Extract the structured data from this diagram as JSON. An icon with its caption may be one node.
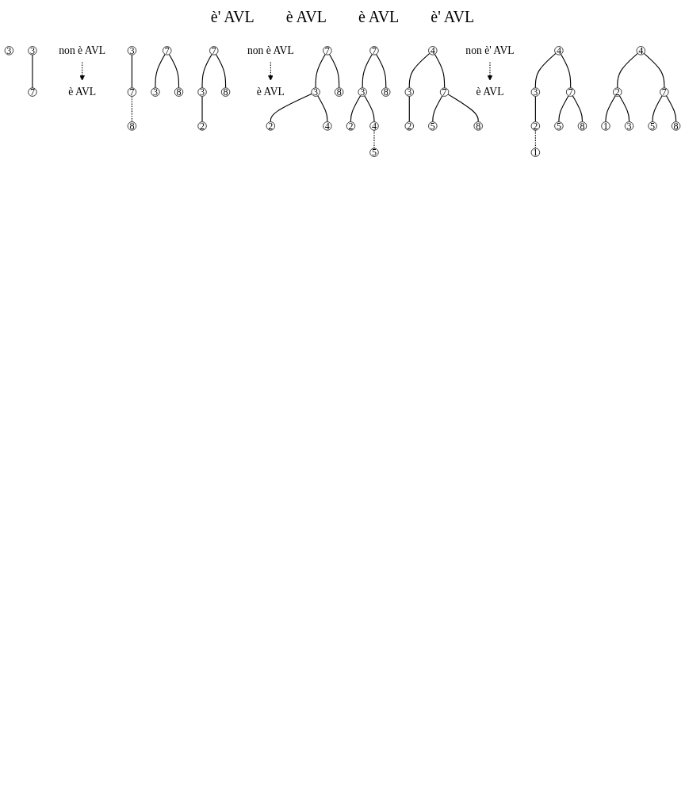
{
  "diagram": {
    "nodes": [
      {
        "text": [
          "3"
        ]
      },
      {
        "text": [
          "3"
        ]
      },
      {
        "text": [
          "7"
        ]
      },
      {
        "text": [
          "non è AVL"
        ]
      },
      {
        "text": [
          "è AVL"
        ]
      },
      {
        "text": [
          "3"
        ]
      },
      {
        "text": [
          "7"
        ]
      },
      {
        "text": [
          "8"
        ]
      },
      {
        "text": [
          "7"
        ]
      },
      {
        "text": [
          "3"
        ]
      },
      {
        "text": [
          "8"
        ]
      },
      {
        "text": [
          "7"
        ]
      },
      {
        "text": [
          "3"
        ]
      },
      {
        "text": [
          "8"
        ]
      },
      {
        "text": [
          "2"
        ]
      },
      {
        "text": [
          "non è AVL"
        ]
      },
      {
        "text": [
          "è AVL"
        ]
      },
      {
        "text": [
          "7"
        ]
      },
      {
        "text": [
          "3"
        ]
      },
      {
        "text": [
          "8"
        ]
      },
      {
        "text": [
          "2"
        ]
      },
      {
        "text": [
          "4"
        ]
      },
      {
        "text": [
          "7"
        ]
      },
      {
        "text": [
          "3"
        ]
      },
      {
        "text": [
          "8"
        ]
      },
      {
        "text": [
          "2"
        ]
      },
      {
        "text": [
          "4"
        ]
      },
      {
        "text": [
          "5"
        ]
      },
      {
        "text": [
          "4"
        ]
      },
      {
        "text": [
          "3"
        ]
      },
      {
        "text": [
          "7"
        ]
      },
      {
        "text": [
          "2"
        ]
      },
      {
        "text": [
          "5"
        ]
      },
      {
        "text": [
          "8"
        ]
      },
      {
        "text": [
          "non è' AVL"
        ]
      },
      {
        "text": [
          "è AVL"
        ]
      },
      {
        "text": [
          "4"
        ]
      },
      {
        "text": [
          "3"
        ]
      },
      {
        "text": [
          "7"
        ]
      },
      {
        "text": [
          "2"
        ]
      },
      {
        "text": [
          "5"
        ]
      },
      {
        "text": [
          "8"
        ]
      },
      {
        "text": [
          "1"
        ]
      },
      {
        "text": [
          "4"
        ]
      },
      {
        "text": [
          "2"
        ]
      },
      {
        "text": [
          "7"
        ]
      },
      {
        "text": [
          "1"
        ]
      },
      {
        "text": [
          "3"
        ]
      },
      {
        "text": [
          "5"
        ]
      },
      {
        "text": [
          "8"
        ]
      }
    ],
    "edges": [
      {
        "from": 1,
        "to": 2,
        "arrow": "none"
      },
      {
        "from": 3,
        "to": 4,
        "arrow": "to",
        "style": "dashed"
      },
      {
        "from": 5,
        "to": 6,
        "arrow": "none"
      },
      {
        "from": 6,
        "to": 7,
        "arrow": "none",
        "style": "dashed"
      },
      {
        "from": 8,
        "to": 9,
        "arrow": "none"
      },
      {
        "from": 8,
        "to": 10,
        "arrow": "none"
      },
      {
        "from": 11,
        "to": 12,
        "arrow": "none"
      },
      {
        "from": 11,
        "to": 13,
        "arrow": "none"
      },
      {
        "from": 12,
        "to": 14,
        "arrow": "none"
      },
      {
        "from": 15,
        "to": 16,
        "arrow": "to",
        "style": "dashed"
      },
      {
        "from": 17,
        "to": 18,
        "arrow": "none"
      },
      {
        "from": 17,
        "to": 19,
        "arrow": "none"
      },
      {
        "from": 18,
        "to": 20,
        "arrow": "none"
      },
      {
        "from": 18,
        "to": 21,
        "arrow": "none"
      },
      {
        "from": 22,
        "to": 23,
        "arrow": "none"
      },
      {
        "from": 22,
        "to": 24,
        "arrow": "none"
      },
      {
        "from": 23,
        "to": 25,
        "arrow": "none"
      },
      {
        "from": 23,
        "to": 26,
        "arrow": "none"
      },
      {
        "from": 26,
        "to": 27,
        "arrow": "none",
        "style": "dashed"
      },
      {
        "from": 28,
        "to": 29,
        "arrow": "none"
      },
      {
        "from": 28,
        "to": 30,
        "arrow": "none"
      },
      {
        "from": 29,
        "to": 31,
        "arrow": "none"
      },
      {
        "from": 30,
        "to": 32,
        "arrow": "none"
      },
      {
        "from": 30,
        "to": 33,
        "arrow": "none"
      },
      {
        "from": 34,
        "to": 35,
        "arrow": "to",
        "style": "dashed"
      },
      {
        "from": 36,
        "to": 37,
        "arrow": "none"
      },
      {
        "from": 36,
        "to": 38,
        "arrow": "none"
      },
      {
        "from": 37,
        "to": 39,
        "arrow": "none"
      },
      {
        "from": 38,
        "to": 40,
        "arrow": "none"
      },
      {
        "from": 38,
        "to": 41,
        "arrow": "none"
      },
      {
        "from": 39,
        "to": 42,
        "arrow": "none",
        "style": "dashed"
      },
      {
        "from": 43,
        "to": 44,
        "arrow": "none"
      },
      {
        "from": 43,
        "to": 45,
        "arrow": "none"
      },
      {
        "from": 44,
        "to": 46,
        "arrow": "none"
      },
      {
        "from": 44,
        "to": 47,
        "arrow": "none"
      },
      {
        "from": 45,
        "to": 48,
        "arrow": "none"
      },
      {
        "from": 45,
        "to": 49,
        "arrow": "none"
      }
    ],
    "labels": [
      "è' AVL",
      "è AVL",
      "è AVL",
      "è' AVL"
    ]
  }
}
